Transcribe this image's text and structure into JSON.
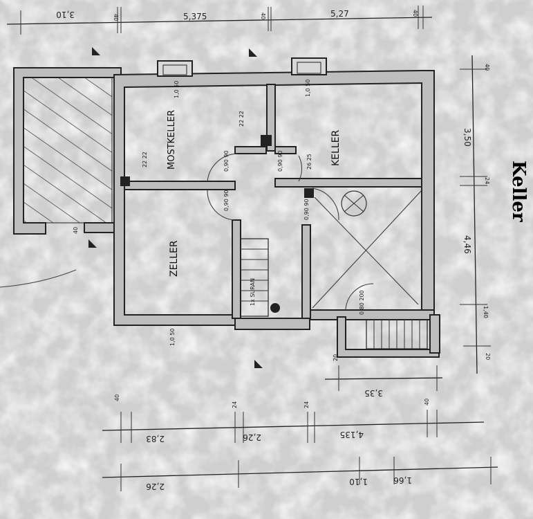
{
  "title": "Keller",
  "rooms": {
    "mostkeller": "MOSTKELLER",
    "keller_right": "KELLER",
    "keller_left": "ZELLER",
    "stair": "1x SURAN"
  },
  "dims": {
    "top": [
      "3,10",
      "5,375",
      "5,27"
    ],
    "top_small": [
      "40",
      "40",
      "40"
    ],
    "right": [
      "3,50",
      "4,46",
      "40",
      "24",
      "1,40",
      "20"
    ],
    "bottom_mid": "3,35",
    "bottom_row1": [
      "2,83",
      "2,26",
      "4,135"
    ],
    "bottom_row1_small": [
      "40",
      "24",
      "24",
      "40"
    ],
    "bottom_row2": [
      "2,26",
      "1,10",
      "1,66"
    ],
    "misc_20": "20",
    "left_40": "40"
  },
  "window_labels": {
    "top_left": "1,0 50",
    "top_right": "1,0 50",
    "bottom_left": "1,0 50",
    "mid_a": "22 22",
    "mid_b": "22 22",
    "mid_c": "26 25",
    "door_a": "0,90 90",
    "door_b": "0,90 90",
    "door_c": "0,90 90",
    "door_d": "0,90 90",
    "door_e": "0,80 200"
  }
}
